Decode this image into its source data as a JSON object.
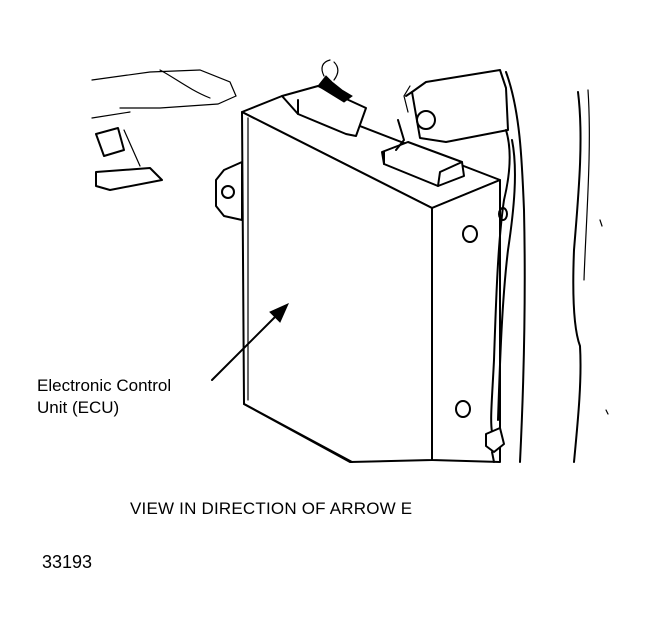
{
  "labels": {
    "ecu_line1": "Electronic Control",
    "ecu_line2": "Unit (ECU)"
  },
  "caption": "VIEW IN DIRECTION OF ARROW E",
  "figure_number": "33193"
}
